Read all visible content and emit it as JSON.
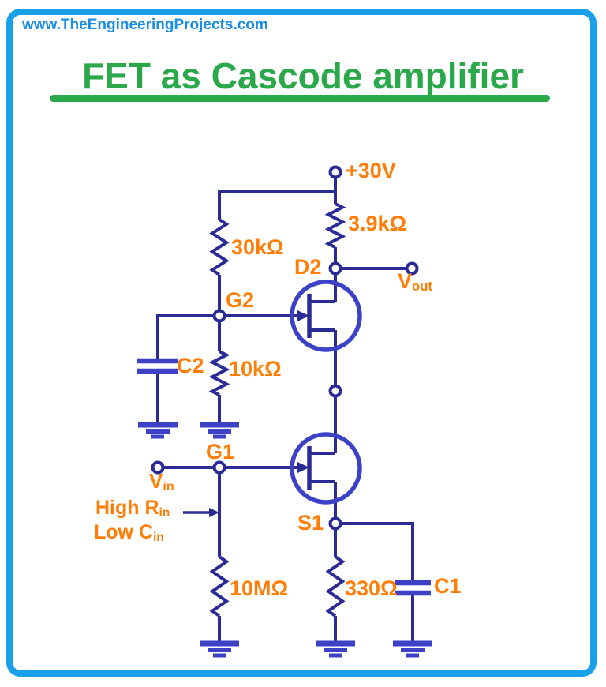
{
  "header": {
    "website": "www.TheEngineeringProjects.com"
  },
  "title": {
    "text": "FET as Cascode amplifier"
  },
  "colors": {
    "frame_border": "#1aa0e8",
    "website_text": "#1a8ee4",
    "title_green": "#2aa84a",
    "wire_navy": "#2b2b96",
    "component_blue": "#3d41c6",
    "label_orange": "#ff7e08"
  },
  "circuit": {
    "supply_label": "+30V",
    "rd_label": "3.9kΩ",
    "rg2_top_label": "30kΩ",
    "rg2_bottom_label": "10kΩ",
    "rg1_label": "10MΩ",
    "rs_label": "330Ω",
    "c2_label": "C2",
    "c1_label": "C1",
    "d2_label": "D2",
    "g2_label": "G2",
    "g1_label": "G1",
    "s1_label": "S1",
    "vout_main": "V",
    "vout_sub": "out",
    "vin_main": "V",
    "vin_sub": "in",
    "high_rin_main": "High R",
    "high_rin_sub": "in",
    "low_cin_main": "Low C",
    "low_cin_sub": "in"
  }
}
